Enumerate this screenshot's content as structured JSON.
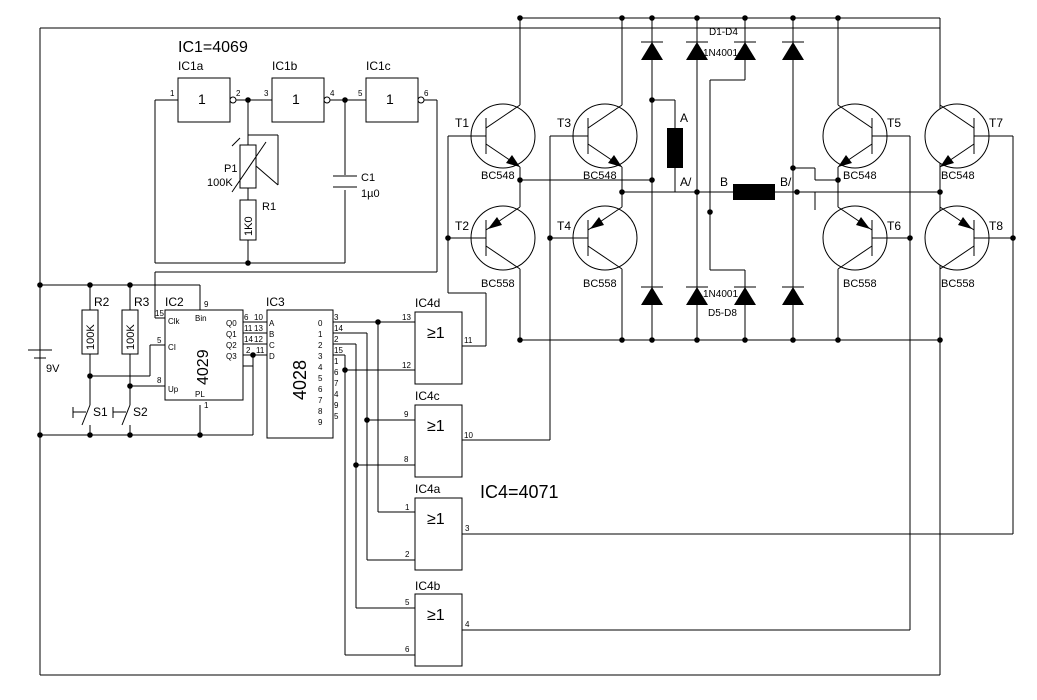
{
  "titles": {
    "ic1": "IC1=4069",
    "ic4": "IC4=4071"
  },
  "ic1": {
    "gates": [
      {
        "name": "IC1a",
        "symbol": "1",
        "pin_in": "1",
        "pin_out": "2"
      },
      {
        "name": "IC1b",
        "symbol": "1",
        "pin_in": "3",
        "pin_out": "4"
      },
      {
        "name": "IC1c",
        "symbol": "1",
        "pin_in": "5",
        "pin_out": "6"
      }
    ]
  },
  "components": {
    "p1": {
      "name": "P1",
      "value": "100K"
    },
    "r1": {
      "name": "R1",
      "value": "1K0"
    },
    "c1": {
      "name": "C1",
      "value": "1µ0"
    },
    "r2": {
      "name": "R2",
      "value": "100K"
    },
    "r3": {
      "name": "R3",
      "value": "100K"
    },
    "battery": {
      "value": "9V"
    },
    "s1": "S1",
    "s2": "S2"
  },
  "ic2": {
    "name": "IC2",
    "part": "4029",
    "pins_left": [
      {
        "num": "15",
        "label": "Clk"
      },
      {
        "num": "5",
        "label": "CI"
      },
      {
        "num": "8",
        "label": "Up"
      }
    ],
    "bin": {
      "num": "9",
      "label": "Bin"
    },
    "pl": {
      "num": "1",
      "label": "PL"
    },
    "outputs": [
      {
        "label": "Q0",
        "num": "6",
        "num2": "10"
      },
      {
        "label": "Q1",
        "num": "11",
        "num2": "13"
      },
      {
        "label": "Q2",
        "num": "14",
        "num2": "12"
      },
      {
        "label": "Q3",
        "num": "2",
        "num2": "11"
      }
    ]
  },
  "ic3": {
    "name": "IC3",
    "part": "4028",
    "inputs": [
      "A",
      "B",
      "C",
      "D"
    ],
    "outputs": [
      {
        "label": "0",
        "num": "3"
      },
      {
        "label": "1",
        "num": "14"
      },
      {
        "label": "2",
        "num": "2"
      },
      {
        "label": "3",
        "num": "15"
      },
      {
        "label": "4",
        "num": "1"
      },
      {
        "label": "5",
        "num": "6"
      },
      {
        "label": "6",
        "num": "7"
      },
      {
        "label": "7",
        "num": "4"
      },
      {
        "label": "8",
        "num": "9"
      },
      {
        "label": "9",
        "num": "5"
      }
    ]
  },
  "ic4": {
    "gates": [
      {
        "name": "IC4d",
        "symbol": "≥1",
        "in1": "13",
        "in2": "12",
        "out": "11"
      },
      {
        "name": "IC4c",
        "symbol": "≥1",
        "in1": "9",
        "in2": "8",
        "out": "10"
      },
      {
        "name": "IC4a",
        "symbol": "≥1",
        "in1": "1",
        "in2": "2",
        "out": "3"
      },
      {
        "name": "IC4b",
        "symbol": "≥1",
        "in1": "5",
        "in2": "6",
        "out": "4"
      }
    ]
  },
  "transistors": [
    {
      "name": "T1",
      "type": "BC548"
    },
    {
      "name": "T2",
      "type": "BC558"
    },
    {
      "name": "T3",
      "type": "BC548"
    },
    {
      "name": "T4",
      "type": "BC558"
    },
    {
      "name": "T5",
      "type": "BC548"
    },
    {
      "name": "T6",
      "type": "BC558"
    },
    {
      "name": "T7",
      "type": "BC548"
    },
    {
      "name": "T8",
      "type": "BC558"
    }
  ],
  "diodes": {
    "top_group": "D1-D4",
    "bottom_group": "D5-D8",
    "type": "1N4001"
  },
  "coils": {
    "a": "A",
    "a_end": "A/",
    "b": "B",
    "b_end": "B/"
  }
}
